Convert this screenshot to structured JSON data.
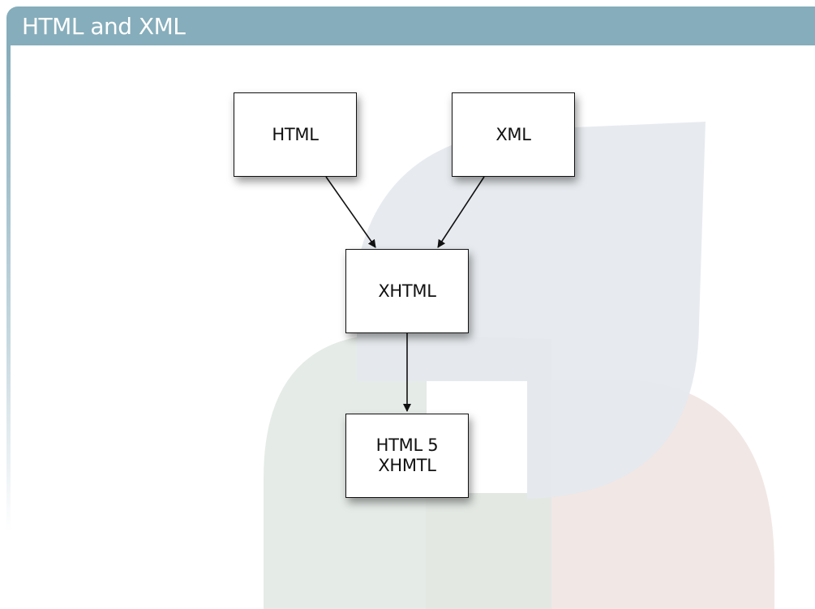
{
  "slide": {
    "title": "HTML and XML"
  },
  "diagram": {
    "nodes": {
      "html": "HTML",
      "xml": "XML",
      "xhtml": "XHTML",
      "html5": "HTML 5\nXHMTL"
    },
    "edges": [
      {
        "from": "HTML",
        "to": "XHTML"
      },
      {
        "from": "XML",
        "to": "XHTML"
      },
      {
        "from": "XHTML",
        "to": "HTML 5\nXHMTL"
      }
    ]
  },
  "colors": {
    "title_bar": "#86adbb",
    "title_text": "#ffffff",
    "shape_blue": "#e8ecef",
    "shape_green": "#e3e9e4",
    "shape_pink": "#efe3e0"
  }
}
